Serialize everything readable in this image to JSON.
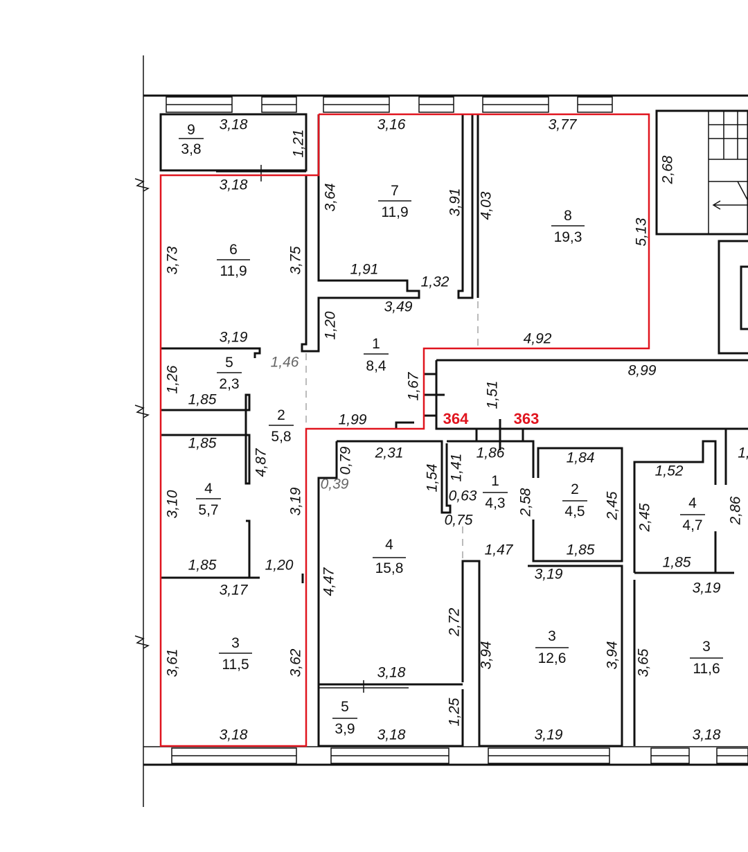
{
  "apartments": [
    {
      "label": "364"
    },
    {
      "label": "363"
    }
  ],
  "colors": {
    "highlight": "#e0141e",
    "walls": "#111111"
  },
  "rooms": [
    {
      "number": "9",
      "area": "3,8"
    },
    {
      "number": "7",
      "area": "11,9"
    },
    {
      "number": "8",
      "area": "19,3"
    },
    {
      "number": "6",
      "area": "11,9"
    },
    {
      "number": "1",
      "area": "8,4"
    },
    {
      "number": "5",
      "area": "2,3"
    },
    {
      "number": "2",
      "area": "5,8"
    },
    {
      "number": "4",
      "area": "5,7"
    },
    {
      "number": "3",
      "area": "11,5"
    },
    {
      "number": "4",
      "area": "15,8"
    },
    {
      "number": "1",
      "area": "4,3"
    },
    {
      "number": "2",
      "area": "4,5"
    },
    {
      "number": "4",
      "area": "4,7"
    },
    {
      "number": "5",
      "area": "3,9"
    },
    {
      "number": "3",
      "area": "12,6"
    },
    {
      "number": "3",
      "area": "11,6"
    }
  ],
  "dims": [
    "3,18",
    "1,21",
    "3,18",
    "3,16",
    "3,77",
    "2,68",
    "3,64",
    "3,91",
    "4,03",
    "5,13",
    "3,73",
    "3,75",
    "1,91",
    "1,32",
    "3,49",
    "1,20",
    "4,92",
    "3,19",
    "1,46",
    "8,99",
    "1,26",
    "1,67",
    "1,51",
    "1,85",
    "1,99",
    "1,85",
    "4,87",
    "0,79",
    "2,31",
    "1,86",
    "1,84",
    "1,41",
    "1,54",
    "1,52",
    "0,39",
    "0,63",
    "2,58",
    "2,45",
    "2,45",
    "2,86",
    "3,10",
    "3,19",
    "0,75",
    "1,47",
    "1,85",
    "1,85",
    "1,20",
    "1,85",
    "3,19",
    "3,17",
    "3,19",
    "4,47",
    "2,72",
    "3,94",
    "3,94",
    "3,61",
    "3,62",
    "3,65",
    "3,18",
    "1,25",
    "3,18",
    "3,18",
    "3,19",
    "3,18",
    "1,"
  ]
}
